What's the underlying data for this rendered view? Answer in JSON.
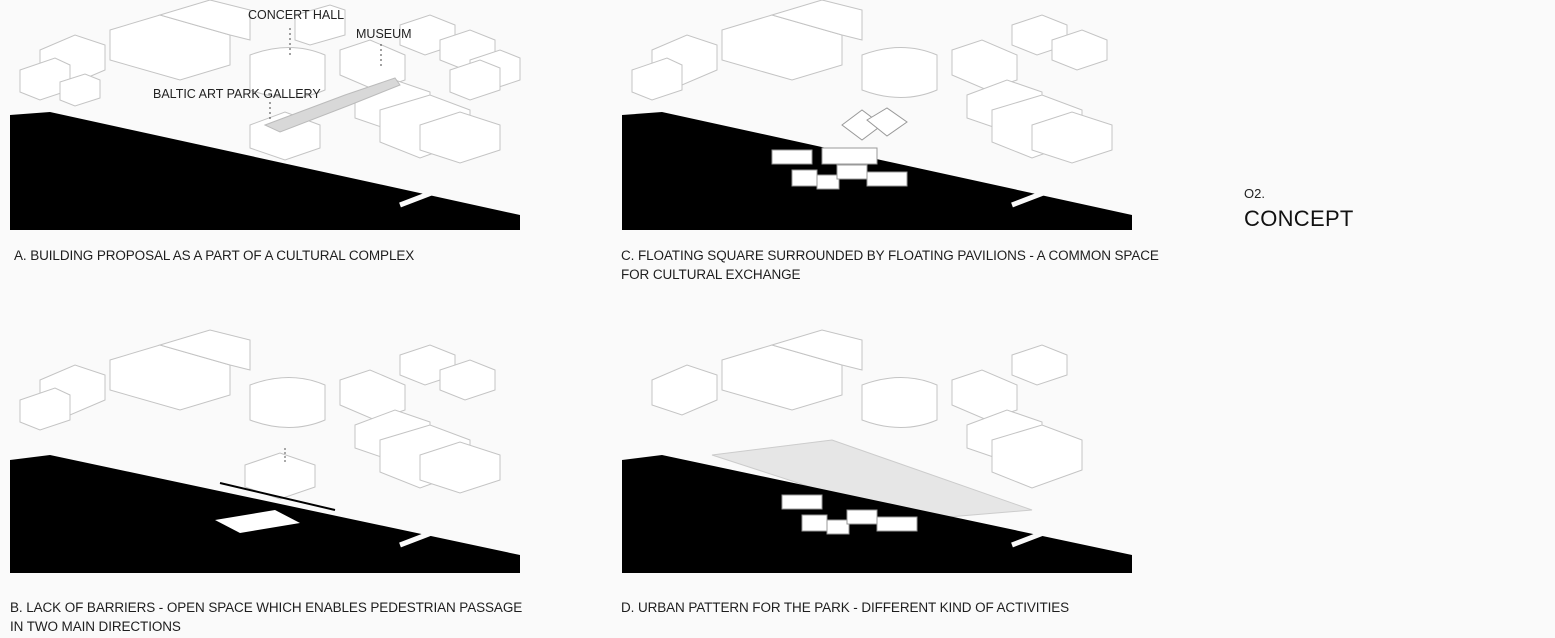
{
  "header": {
    "number": "O2.",
    "title": "CONCEPT"
  },
  "panels": {
    "a": {
      "caption": "A. BUILDING  PROPOSAL AS A  PART OF A CULTURAL  COMPLEX",
      "labels": {
        "concert_hall": "CONCERT HALL",
        "museum": "MUSEUM",
        "gallery": "BALTIC ART PARK GALLERY"
      }
    },
    "b": {
      "caption": "B. LACK OF BARRIERS - OPEN SPACE  WHICH ENABLES PEDESTRIAN PASSAGE\nIN  TWO MAIN DIRECTIONS"
    },
    "c": {
      "caption": "C. FLOATING SQUARE SURROUNDED BY FLOATING PAVILIONS - A COMMON SPACE\nFOR CULTURAL EXCHANGE"
    },
    "d": {
      "caption": "D. URBAN PATTERN FOR THE PARK - DIFFERENT KIND OF ACTIVITIES"
    }
  }
}
